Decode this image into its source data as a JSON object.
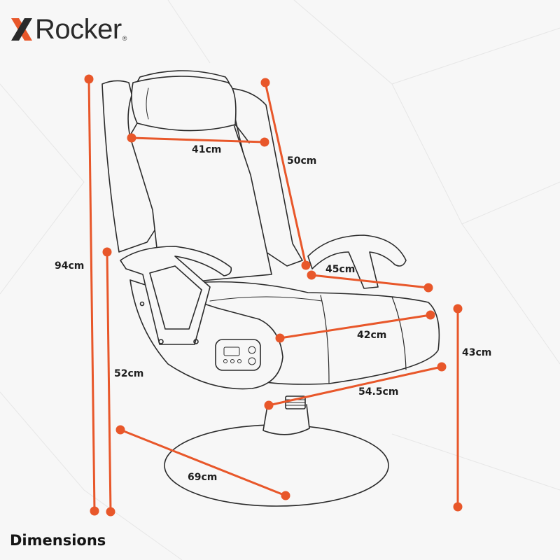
{
  "brand": {
    "x": "X",
    "word": "Rocker",
    "reg": "®"
  },
  "heading": "Dimensions",
  "colors": {
    "accent": "#e8572a",
    "outline": "#2b2b2b",
    "background": "#f7f7f7"
  },
  "measurements": {
    "headrest_width": "41cm",
    "back_height": "50cm",
    "total_height": "94cm",
    "armrest_length": "45cm",
    "seat_width": "42cm",
    "seat_depth": "54.5cm",
    "seat_height": "52cm",
    "side_height": "43cm",
    "base_diameter": "69cm"
  }
}
